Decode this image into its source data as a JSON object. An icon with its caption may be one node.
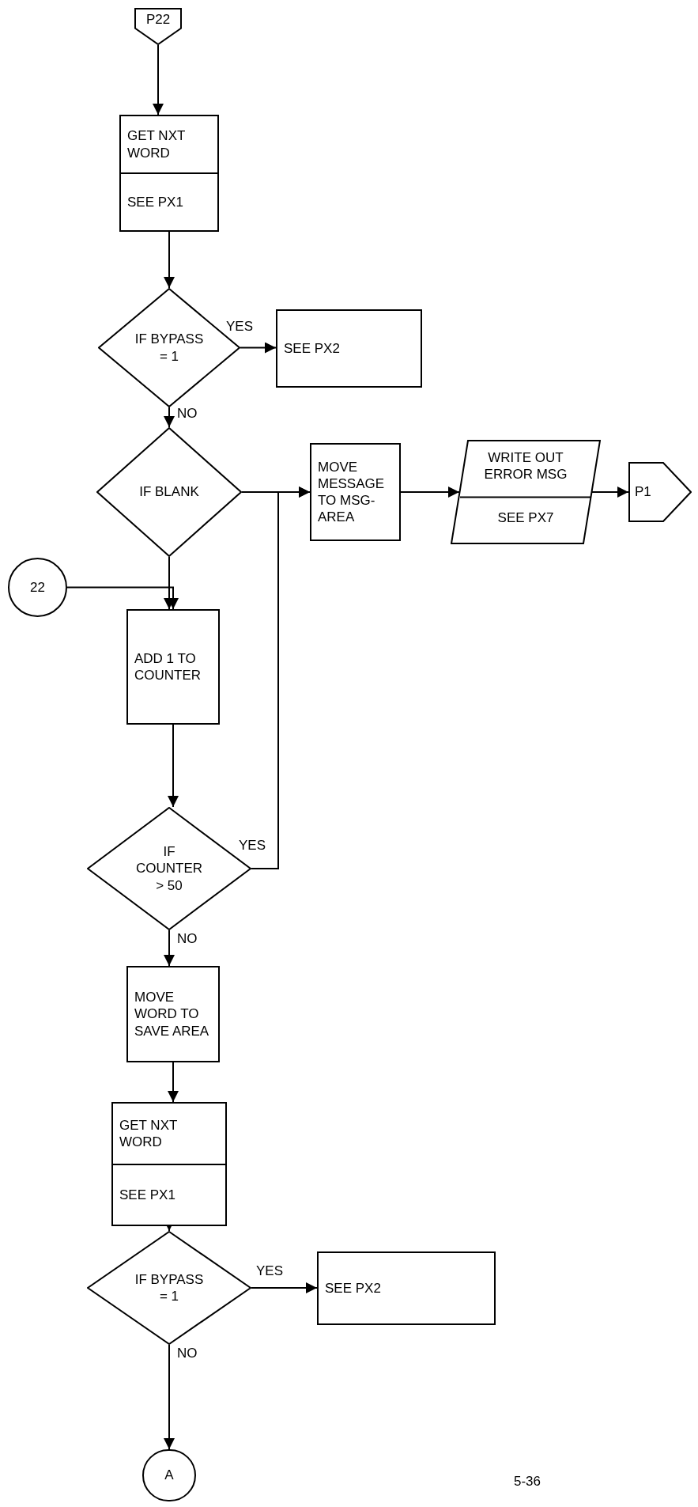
{
  "diagram": {
    "nodes": [
      {
        "text": [
          "P22"
        ]
      },
      {
        "text": [
          "GET NXT WORD",
          "SEE PX1"
        ]
      },
      {
        "text": [
          "IF BYPASS = 1"
        ]
      },
      {
        "text": [
          "SEE PX2"
        ]
      },
      {
        "text": [
          "IF BLANK"
        ]
      },
      {
        "text": [
          "MOVE MESSAGE TO MSG-AREA"
        ]
      },
      {
        "text": [
          "WRITE OUT ERROR MSG",
          "SEE PX7"
        ]
      },
      {
        "text": [
          "P1"
        ]
      },
      {
        "text": [
          "22"
        ]
      },
      {
        "text": [
          "ADD 1 TO COUNTER"
        ]
      },
      {
        "text": [
          "IF COUNTER > 50"
        ]
      },
      {
        "text": [
          "MOVE WORD TO SAVE AREA"
        ]
      },
      {
        "text": [
          "GET NXT WORD",
          "SEE PX1"
        ]
      },
      {
        "text": [
          "IF BYPASS = 1"
        ]
      },
      {
        "text": [
          "SEE PX2"
        ]
      },
      {
        "text": [
          "A"
        ]
      }
    ],
    "edges": [
      {
        "from": 0,
        "to": 1,
        "arrow": "to"
      },
      {
        "from": 1,
        "to": 2,
        "arrow": "to"
      },
      {
        "from": 2,
        "to": 3,
        "arrow": "to",
        "label": "YES"
      },
      {
        "from": 2,
        "to": 4,
        "arrow": "to",
        "label": "NO"
      },
      {
        "from": 4,
        "to": 5,
        "arrow": "to"
      },
      {
        "from": 5,
        "to": 6,
        "arrow": "to"
      },
      {
        "from": 6,
        "to": 7,
        "arrow": "to"
      },
      {
        "from": 4,
        "to": 9,
        "arrow": "to"
      },
      {
        "from": 8,
        "to": 9,
        "arrow": "to"
      },
      {
        "from": 9,
        "to": 10,
        "arrow": "to"
      },
      {
        "from": 10,
        "to": 5,
        "arrow": "to",
        "label": "YES"
      },
      {
        "from": 10,
        "to": 11,
        "arrow": "to",
        "label": "NO"
      },
      {
        "from": 11,
        "to": 12,
        "arrow": "to"
      },
      {
        "from": 12,
        "to": 13,
        "arrow": "to"
      },
      {
        "from": 13,
        "to": 14,
        "arrow": "to",
        "label": "YES"
      },
      {
        "from": 13,
        "to": 15,
        "arrow": "to",
        "label": "NO"
      }
    ],
    "labels": [
      "5-36"
    ]
  }
}
